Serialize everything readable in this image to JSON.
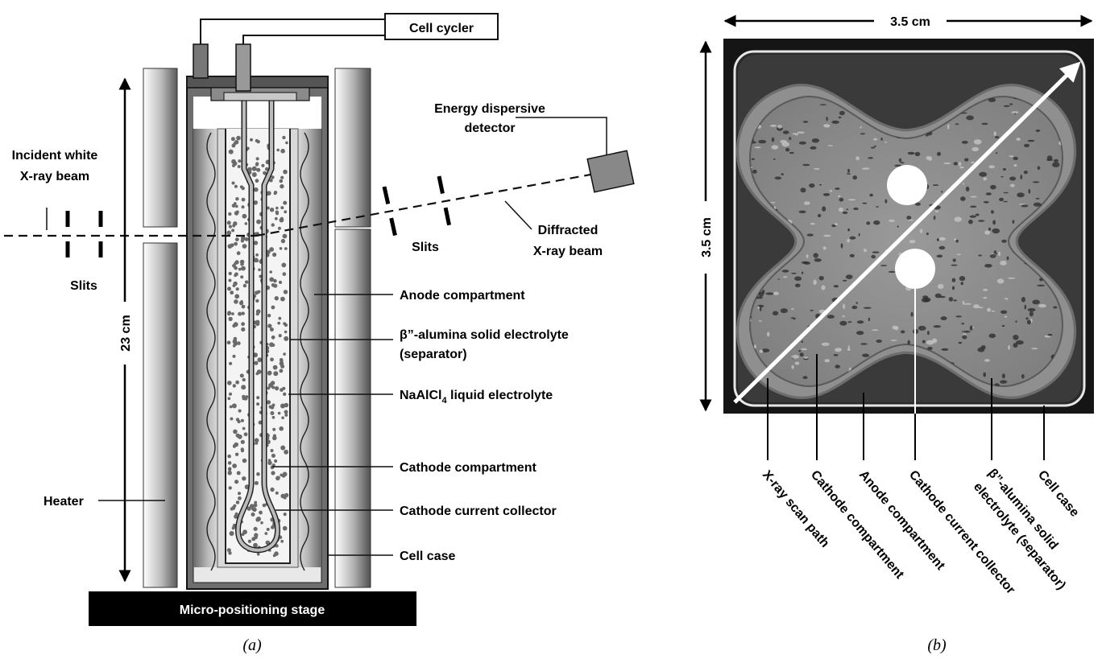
{
  "panel_a": {
    "cell_cycler": "Cell cycler",
    "detector_line1": "Energy dispersive",
    "detector_line2": "detector",
    "incident_line1": "Incident white",
    "incident_line2": "X-ray beam",
    "slits_left": "Slits",
    "slits_right": "Slits",
    "diffracted_line1": "Diffracted",
    "diffracted_line2": "X-ray beam",
    "height_dim": "23 cm",
    "anode_compartment": "Anode compartment",
    "separator_line1": "β”-alumina solid electrolyte",
    "separator_line2": "(separator)",
    "liquid_electrolyte": "NaAlCl",
    "liquid_electrolyte_sub": "4",
    "liquid_electrolyte_rest": " liquid electrolyte",
    "cathode_compartment": "Cathode compartment",
    "cathode_current_collector": "Cathode current collector",
    "cell_case": "Cell case",
    "heater": "Heater",
    "stage": "Micro-positioning stage",
    "caption": "(a)"
  },
  "panel_b": {
    "width_dim": "3.5 cm",
    "height_dim": "3.5 cm",
    "labels": [
      "X-ray scan path",
      "Cathode compartment",
      "Anode compartment",
      "Cathode current collector",
      "β”-alumina solid",
      "electrolyte (separator)",
      "Cell case"
    ],
    "caption": "(b)"
  },
  "colors": {
    "ink": "#000000",
    "ceramic_gray": "#8a8a8a",
    "detector_gray": "#888888",
    "dark_bg": "#151515"
  }
}
